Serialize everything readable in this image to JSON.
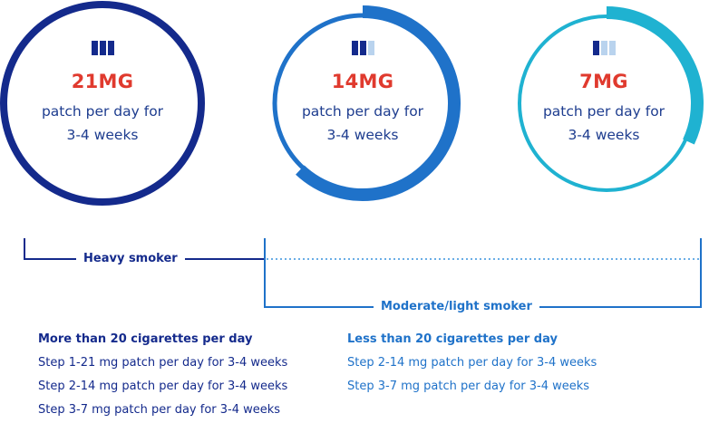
{
  "colors": {
    "heavy": "#142a8c",
    "moderate": "#1f72c9",
    "light": "#1fb2d1",
    "dose_red": "#e03a2e",
    "bar_light": "#b9d3ee"
  },
  "plans": [
    {
      "dose": "21MG",
      "desc_line1": "patch per day for",
      "desc_line2": "3-4 weeks",
      "icon": "three-bars-full-icon",
      "progress": 1.0
    },
    {
      "dose": "14MG",
      "desc_line1": "patch per day for",
      "desc_line2": "3-4 weeks",
      "icon": "two-of-three-bars-icon",
      "progress": 0.62
    },
    {
      "dose": "7MG",
      "desc_line1": "patch per day for",
      "desc_line2": "3-4 weeks",
      "icon": "one-of-three-bars-icon",
      "progress": 0.32
    }
  ],
  "labels": {
    "heavy": "Heavy smoker",
    "moderate": "Moderate/light smoker"
  },
  "heavy_info": {
    "heading": "More than 20 cigarettes per day",
    "steps": [
      "Step 1-21 mg patch per day for 3-4 weeks",
      "Step 2-14 mg patch per day for 3-4 weeks",
      "Step 3-7 mg patch per day for 3-4 weeks"
    ]
  },
  "moderate_info": {
    "heading": "Less than 20 cigarettes per day",
    "steps": [
      "Step 2-14 mg patch per day for 3-4 weeks",
      "Step 3-7 mg patch per day for 3-4 weeks"
    ]
  }
}
